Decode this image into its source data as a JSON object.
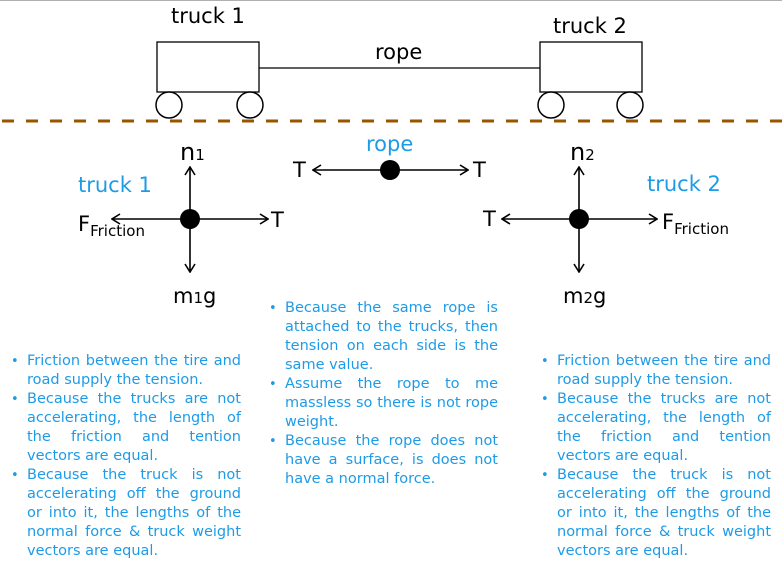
{
  "top_diagram": {
    "truck1_label": "truck 1",
    "truck2_label": "truck 2",
    "rope_label": "rope"
  },
  "fbd_truck1": {
    "title": "truck 1",
    "up_label": "n",
    "up_sub": "1",
    "down_label_m": "m",
    "down_sub": "1",
    "down_label_g": "g",
    "left_label": "F",
    "left_sub": "Friction",
    "right_label": "T"
  },
  "fbd_rope": {
    "title": "rope",
    "left_label": "T",
    "right_label": "T"
  },
  "fbd_truck2": {
    "title": "truck 2",
    "up_label": "n",
    "up_sub": "2",
    "down_label_m": "m",
    "down_sub": "2",
    "down_label_g": "g",
    "left_label": "T",
    "right_label": "F",
    "right_sub": "Friction"
  },
  "notes_truck1": [
    "Friction between the tire and road supply the tension.",
    "Because the trucks are not accelerating, the length of the friction and tention vectors are equal.",
    "Because the truck is not accelerating off the ground or into it, the lengths of the normal force & truck weight vectors are equal."
  ],
  "notes_rope": [
    "Because the same rope is attached to the trucks, then tension on each side is the same value.",
    "Assume the rope to me massless so there is not rope weight.",
    "Because the rope does not have a surface, is does not have a normal force."
  ],
  "notes_truck2": [
    "Friction between the tire and road supply the tension.",
    "Because the trucks are not accelerating, the length of the friction and tention vectors are equal.",
    "Because the truck is not accelerating off the ground or into it, the lengths of the normal force & truck weight vectors are equal."
  ],
  "colors": {
    "accent_text": "#1e9be6",
    "ground_line": "#995500",
    "ink": "#000000"
  }
}
